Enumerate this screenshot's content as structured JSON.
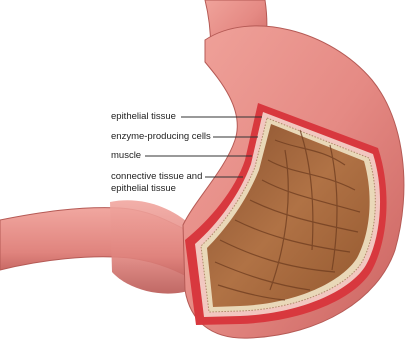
{
  "labels": {
    "epithelial": "epithelial tissue",
    "enzyme": "enzyme-producing cells",
    "muscle": "muscle",
    "connective_line1": "connective tissue and",
    "connective_line2": "epithelial tissue"
  },
  "colors": {
    "outer_wall": "#e58a84",
    "wall_shadow": "#c5605c",
    "muscle_band": "#d8383e",
    "epithelial_band": "#f2c7c0",
    "inner_cavity": "#a4673d",
    "cavity_fold": "#7a4626",
    "leader_line": "#333333"
  }
}
